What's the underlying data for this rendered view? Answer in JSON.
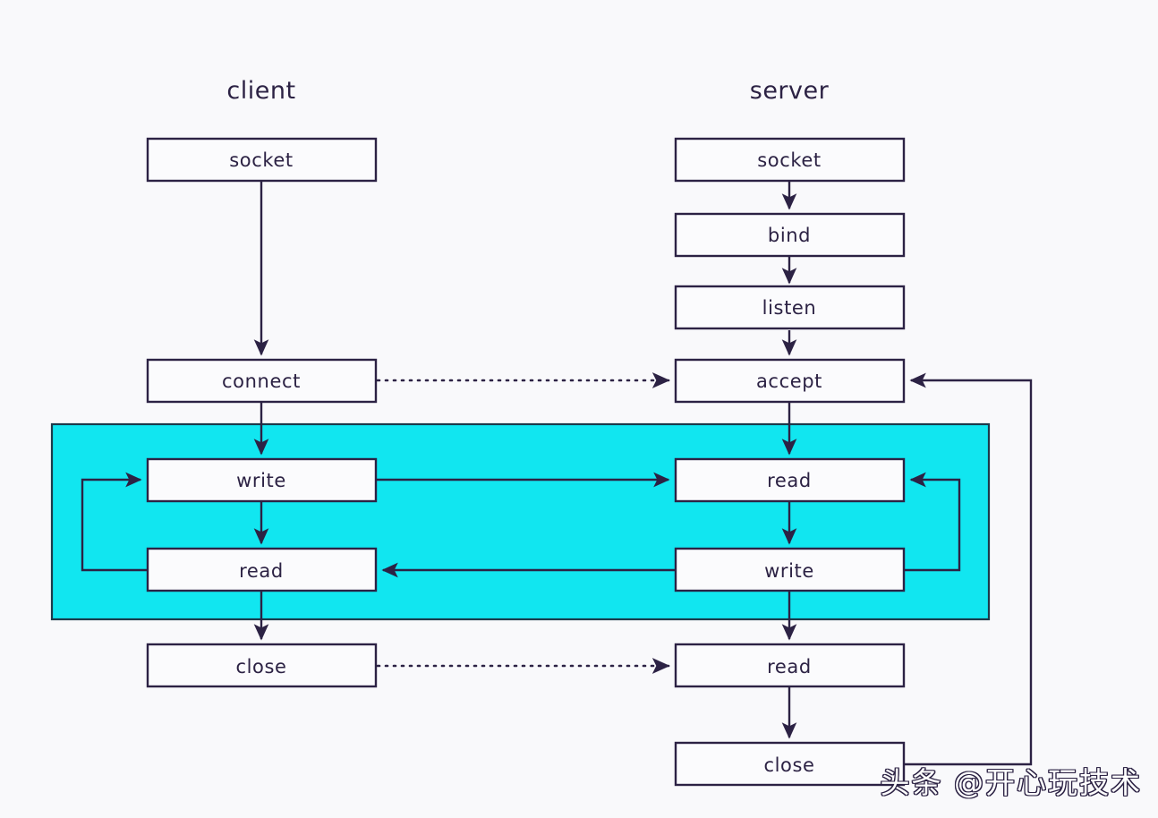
{
  "diagram": {
    "title_client": "client",
    "title_server": "server",
    "background_color": "#f9f9fb",
    "line_color": "#2c2244",
    "box_fill": "#fbfbfd",
    "loop_band_color": "#11e6f0"
  },
  "client_nodes": [
    {
      "id": "c-socket",
      "label": "socket"
    },
    {
      "id": "c-connect",
      "label": "connect"
    },
    {
      "id": "c-write",
      "label": "write"
    },
    {
      "id": "c-read",
      "label": "read"
    },
    {
      "id": "c-close",
      "label": "close"
    }
  ],
  "server_nodes": [
    {
      "id": "s-socket",
      "label": "socket"
    },
    {
      "id": "s-bind",
      "label": "bind"
    },
    {
      "id": "s-listen",
      "label": "listen"
    },
    {
      "id": "s-accept",
      "label": "accept"
    },
    {
      "id": "s-read",
      "label": "read"
    },
    {
      "id": "s-write",
      "label": "write"
    },
    {
      "id": "s-read2",
      "label": "read"
    },
    {
      "id": "s-close",
      "label": "close"
    }
  ],
  "watermark": {
    "text": "头条 @开心玩技术"
  }
}
